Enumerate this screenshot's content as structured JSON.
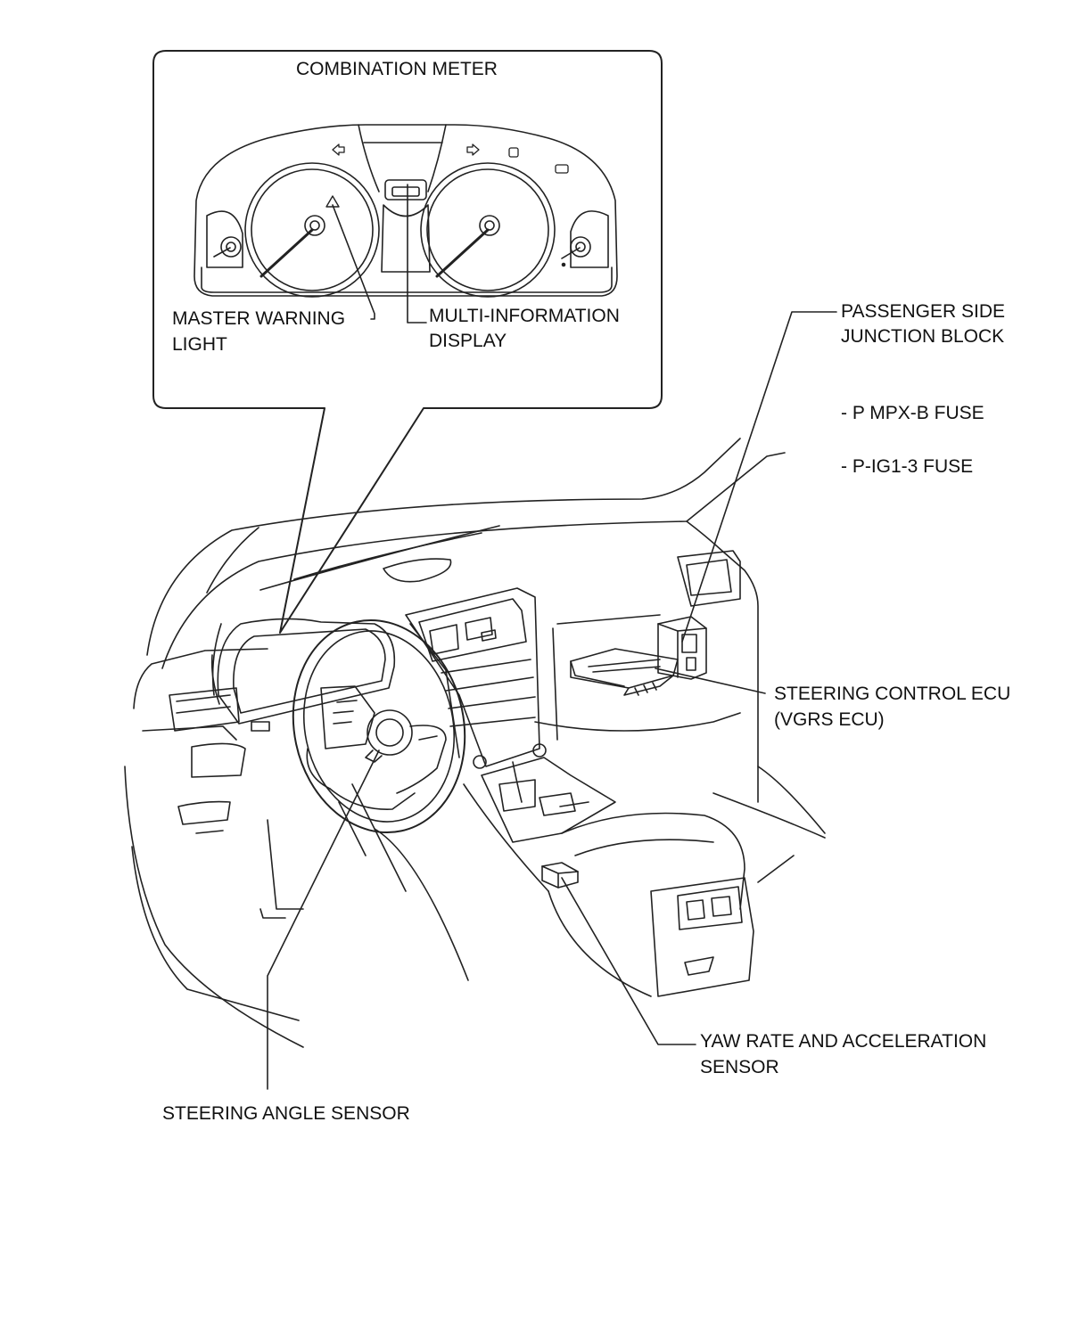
{
  "callout": {
    "title": "COMBINATION METER",
    "master_warning": [
      "MASTER WARNING",
      "LIGHT"
    ],
    "multi_info": [
      "MULTI-INFORMATION",
      "DISPLAY"
    ]
  },
  "labels": {
    "junction_block": [
      "PASSENGER SIDE",
      "JUNCTION BLOCK"
    ],
    "fuses": [
      "- P MPX-B FUSE",
      "- P-IG1-3 FUSE"
    ],
    "steering_ecu": [
      "STEERING CONTROL ECU",
      "(VGRS ECU)"
    ],
    "yaw_sensor": [
      "YAW RATE AND ACCELERATION",
      "SENSOR"
    ],
    "steering_angle_sensor": "STEERING ANGLE SENSOR"
  }
}
